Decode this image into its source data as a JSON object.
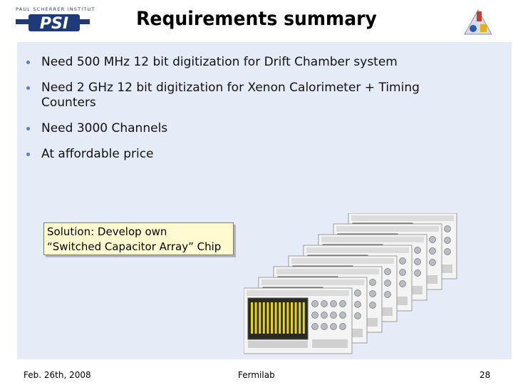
{
  "header": {
    "logo_tagline": "PAUL SCHERRER INSTITUT",
    "logo_letters": "PSI",
    "title": "Requirements summary"
  },
  "bullets": [
    "Need 500 MHz 12 bit digitization for Drift Chamber system",
    "Need 2 GHz 12 bit digitization for Xenon Calorimeter + Timing Counters",
    "Need 3000 Channels",
    "At affordable price"
  ],
  "solution": {
    "line1": "Solution: Develop own",
    "line2": "“Switched Capacitor Array” Chip"
  },
  "footer": {
    "date": "Feb. 26th, 2008",
    "venue": "Fermilab",
    "page": "28"
  },
  "colors": {
    "content_bg": "#e5ecf7",
    "bullet": "#5a7ec9",
    "psi_blue": "#1e3a78",
    "note_bg": "#fffbcf"
  },
  "icons": {
    "left_logo": "psi-logo",
    "right_logo": "institute-logo",
    "stack": "oscilloscope-stack-image"
  }
}
